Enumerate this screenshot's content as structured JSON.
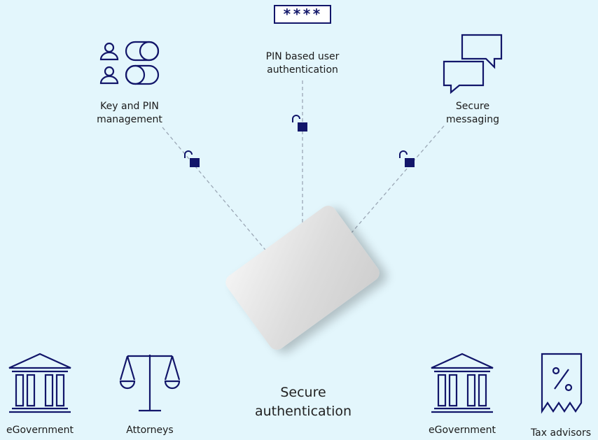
{
  "features": {
    "pin_auth": "PIN based user authentication",
    "pin_auth_line1": "PIN based user",
    "pin_auth_line2": "authentication",
    "pin_display": "****",
    "key_pin_line1": "Key and PIN",
    "key_pin_line2": "management",
    "secure_msg_line1": "Secure",
    "secure_msg_line2": "messaging"
  },
  "center": {
    "line1": "Secure",
    "line2": "authentication"
  },
  "use_cases": [
    {
      "label": "eGovernment",
      "icon": "government-building-icon"
    },
    {
      "label": "Attorneys",
      "icon": "scales-icon"
    },
    {
      "label": "eGovernment",
      "icon": "government-building-icon"
    },
    {
      "label": "Tax advisors",
      "icon": "tax-receipt-icon"
    }
  ],
  "colors": {
    "background": "#e3f6fc",
    "ink": "#12166a",
    "card": "#d8d8d8"
  }
}
